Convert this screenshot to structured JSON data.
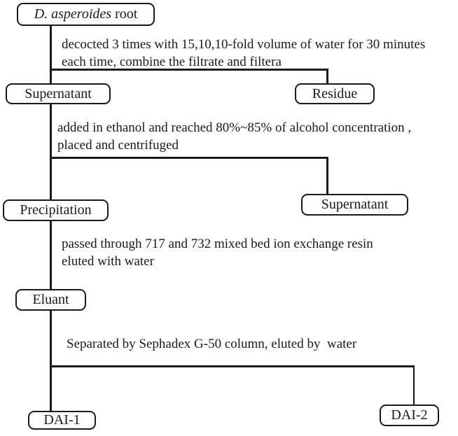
{
  "flowchart": {
    "nodes": {
      "root": {
        "species": "D. asperoides",
        "suffix": " root"
      },
      "supernatant1": {
        "label": "Supernatant"
      },
      "residue": {
        "label": "Residue"
      },
      "precipitation": {
        "label": "Precipitation"
      },
      "supernatant2": {
        "label": "Supernatant"
      },
      "eluant": {
        "label": "Eluant"
      },
      "dai1": {
        "label": "DAI-1"
      },
      "dai2": {
        "label": "DAI-2"
      }
    },
    "steps": {
      "decoction": {
        "line1": "decocted 3 times with 15,10,10-fold volume of water for 30 minutes",
        "line2": "each time, combine the filtrate and filtera"
      },
      "ethanol_precipitation": {
        "line1": "added in ethanol and reached 80%~85% of alcohol concentration ,",
        "line2": "placed and centrifuged"
      },
      "ion_exchange": {
        "line1": "passed through 717 and 732 mixed bed ion exchange resin",
        "line2": "eluted with water"
      },
      "sephadex": {
        "line1": "Separated by Sephadex G-50 column, eluted by  water"
      }
    },
    "colors": {
      "line": "#1a1a1a",
      "text": "#1a1a1a",
      "background": "#ffffff"
    }
  }
}
